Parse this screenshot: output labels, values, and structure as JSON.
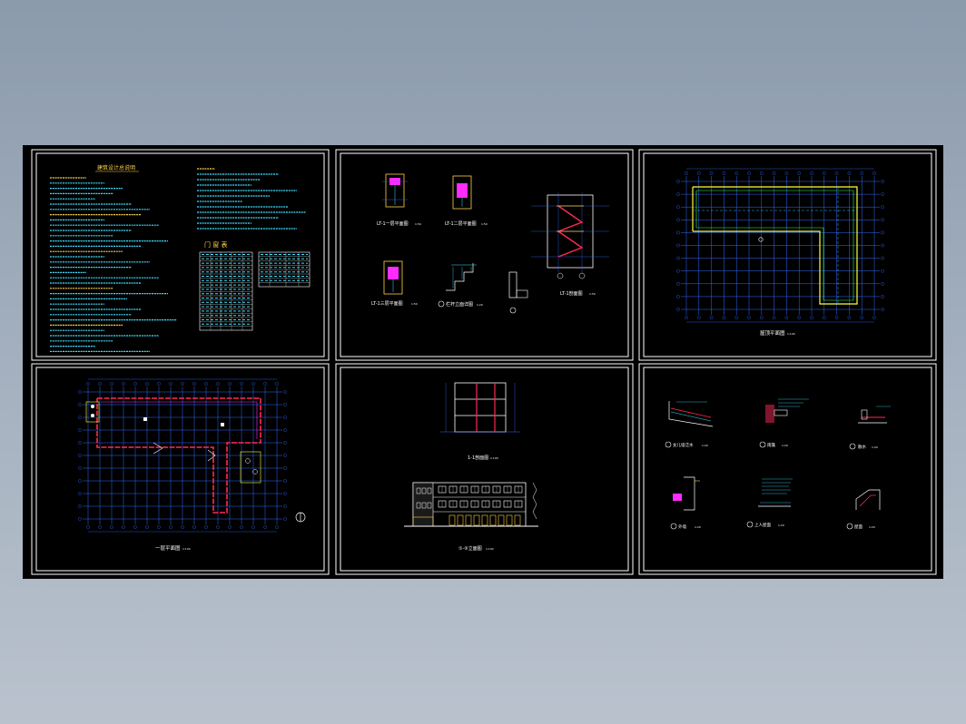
{
  "viewer": {
    "background_color": "#000000",
    "line_colors": {
      "frame": "#ffffff",
      "grid": "#2f6bff",
      "wall_red": "#ff2a55",
      "magenta": "#ff2bff",
      "yellow": "#ffff40",
      "green": "#40ff40",
      "cyan": "#40e0ff",
      "text_yellow": "#ffd24a"
    }
  },
  "sheets": {
    "design_notes": {
      "title": "建筑设计总说明",
      "table_title": "门 窗 表"
    },
    "stair_details": {
      "plan_1": "LT-1一层平面图",
      "plan_1_scale": "1:50",
      "plan_2": "LT-1二层平面图",
      "plan_2_scale": "1:50",
      "plan_3": "LT-1三层平面图",
      "plan_3_scale": "1:50",
      "railing": "栏杆立面详图",
      "railing_scale": "1:20",
      "section": "LT-1剖面图",
      "section_scale": "1:50"
    },
    "roof_plan": {
      "title": "屋顶平面图",
      "scale": "1:100"
    },
    "first_floor_plan": {
      "title": "一层平面图",
      "scale": "1:100"
    },
    "section_elevation": {
      "section_title": "1-1剖面图",
      "section_scale": "1:100",
      "elevation_title": "①-⑨立面图",
      "elevation_scale": "1:100"
    },
    "details": {
      "d1": "女儿墙泛水",
      "d1_scale": "1:20",
      "d2": "雨篷",
      "d2_scale": "1:20",
      "d3": "散水",
      "d3_scale": "1:20",
      "d4": "外墙",
      "d4_scale": "1:20",
      "d5": "上人屋面",
      "d5_scale": "1:20",
      "d6": "屋面",
      "d6_scale": "1:20"
    }
  }
}
